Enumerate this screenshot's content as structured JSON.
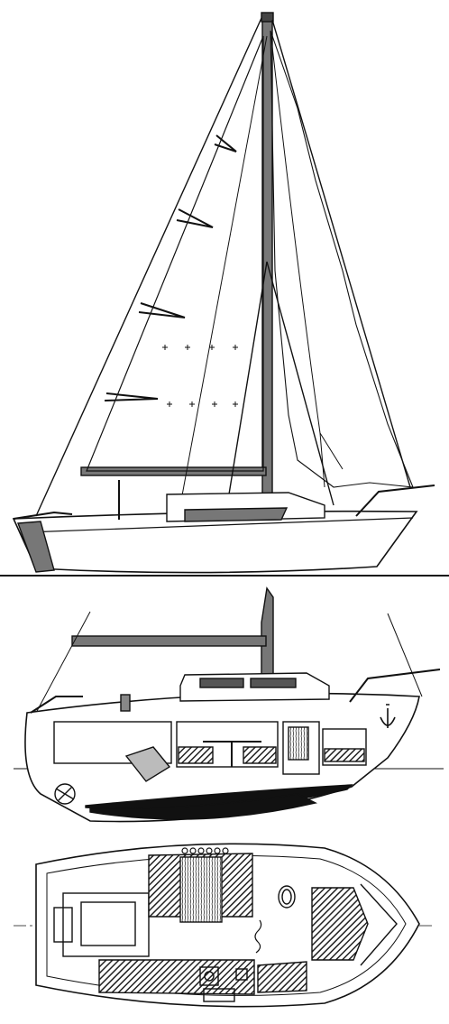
{
  "diagram": {
    "views": [
      {
        "id": "sail-plan",
        "label": ""
      },
      {
        "id": "profile-section",
        "label": ""
      },
      {
        "id": "deck-plan",
        "label": ""
      }
    ],
    "colors": {
      "line": "#111111",
      "sail_dark": "#555555",
      "hatch": "#2b2b2b",
      "wood": "#6b5a4a",
      "keel": "#111111",
      "background": "#ffffff"
    }
  }
}
